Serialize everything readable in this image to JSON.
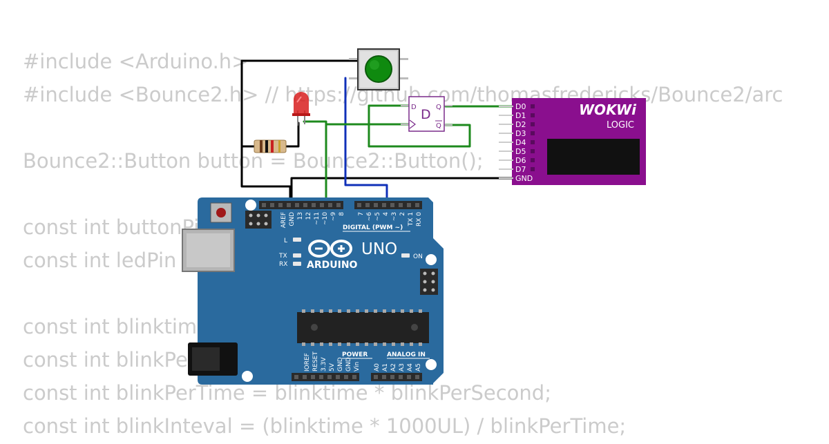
{
  "code_lines": [
    "#include <Arduino.h>",
    "#include <Bounce2.h> // https://github.com/thomasfredericks/Bounce2/arc",
    "",
    "Bounce2::Button button = Bounce2::Button();",
    "",
    "const int buttonPin",
    "const int ledPin",
    "",
    "const int blinktime",
    "const int blinkPer",
    "const int blinkPerTime = blinktime * blinkPerSecond;",
    "const int blinkInteval = (blinktime * 1000UL) / blinkPerTime;"
  ],
  "flipflop": {
    "d_label": "D",
    "d_pin": "D",
    "q_pin": "Q",
    "qbar_pin": "Q"
  },
  "logic_analyzer": {
    "brand": "WOKWi",
    "subtitle": "LOGIC",
    "pins": [
      "D0",
      "D1",
      "D2",
      "D3",
      "D4",
      "D5",
      "D6",
      "D7",
      "GND"
    ],
    "color": "#8a0f8e"
  },
  "arduino": {
    "brand": "ARDUINO",
    "model": "UNO",
    "led_l": "L",
    "led_tx": "TX",
    "led_rx": "RX",
    "led_on": "ON",
    "digital_label": "DIGITAL (PWM ~)",
    "power_label": "POWER",
    "analog_label": "ANALOG IN",
    "top_pins_left": [
      "AREF",
      "GND",
      "13",
      "12",
      "~11",
      "~10",
      "~9",
      "8"
    ],
    "top_pins_right": [
      "7",
      "~6",
      "~5",
      "4",
      "~3",
      "2",
      "TX 1",
      "RX 0"
    ],
    "power_pins": [
      "IOREF",
      "RESET",
      "3.3V",
      "5V",
      "GND",
      "GND",
      "Vin"
    ],
    "analog_pins": [
      "A0",
      "A1",
      "A2",
      "A3",
      "A4",
      "A5"
    ],
    "board_color": "#2a6a9e"
  },
  "wire_colors": {
    "black": "#000000",
    "green": "#1d8a1d",
    "blue": "#1030b8"
  },
  "led_color": "#d81e1e",
  "button_color": "#0f8a0f"
}
